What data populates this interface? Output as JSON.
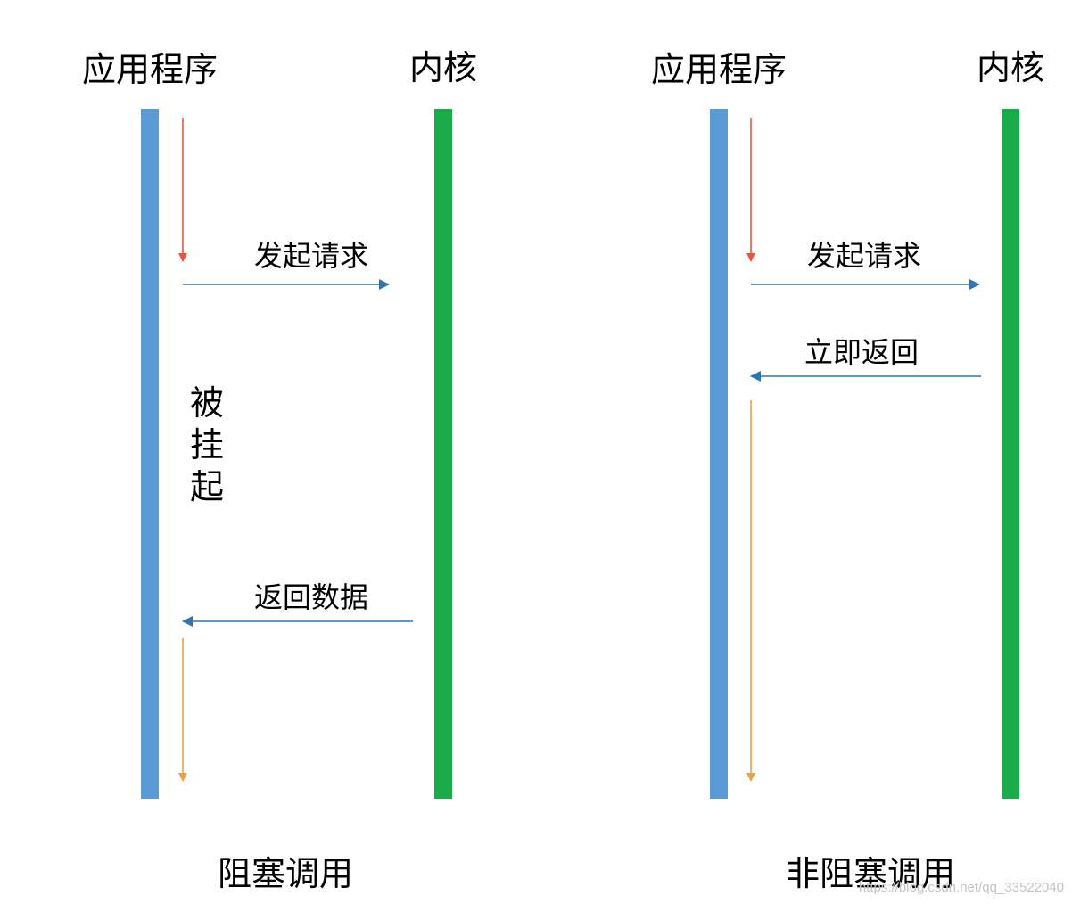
{
  "colors": {
    "app_lane": "#5b9bd5",
    "kernel_lane": "#1aab4b",
    "request_arrow": "#2e75b6",
    "waiting_arrow": "#e8553b",
    "running_arrow": "#f0a040"
  },
  "blocking": {
    "app_label": "应用程序",
    "kernel_label": "内核",
    "request_label": "发起请求",
    "suspended_label_1": "被",
    "suspended_label_2": "挂",
    "suspended_label_3": "起",
    "return_label": "返回数据",
    "caption": "阻塞调用"
  },
  "nonblocking": {
    "app_label": "应用程序",
    "kernel_label": "内核",
    "request_label": "发起请求",
    "return_label": "立即返回",
    "caption": "非阻塞调用"
  },
  "watermark": "https://blog.csdn.net/qq_33522040"
}
